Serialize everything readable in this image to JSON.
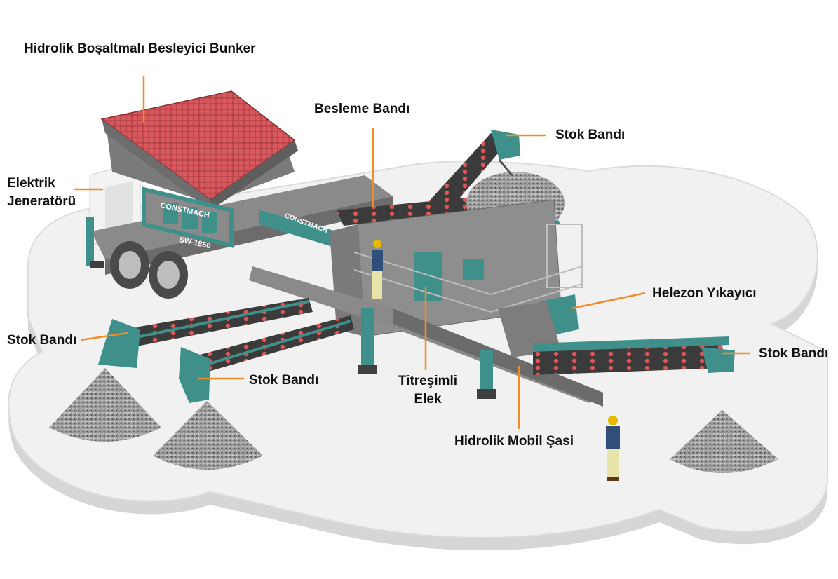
{
  "labels": {
    "bunker": "Hidrolik Boşaltmalı  Besleyici Bunker",
    "besleme": "Besleme Bandı",
    "stok_top_right": "Stok Bandı",
    "generator_line1": "Elektrik",
    "generator_line2": "Jeneratörü",
    "helezon": "Helezon Yıkayıcı",
    "stok_left": "Stok Bandı",
    "stok_right": "Stok Bandı",
    "stok_middle": "Stok Bandı",
    "screen_line1": "Titreşimli",
    "screen_line2": "Elek",
    "chassis": "Hidrolik Mobil Şasi"
  },
  "machine": {
    "brand_plate": "CONSTMACH",
    "brand_plate_2": "CONSTMACH",
    "model": "SW-1850"
  },
  "colors": {
    "leader": "#f28c28",
    "teal": "#3f8f8b",
    "steel": "#7d7d7d",
    "belt_red": "#e25555",
    "ground": "#eeeeee",
    "grid_red": "#d9585d"
  }
}
